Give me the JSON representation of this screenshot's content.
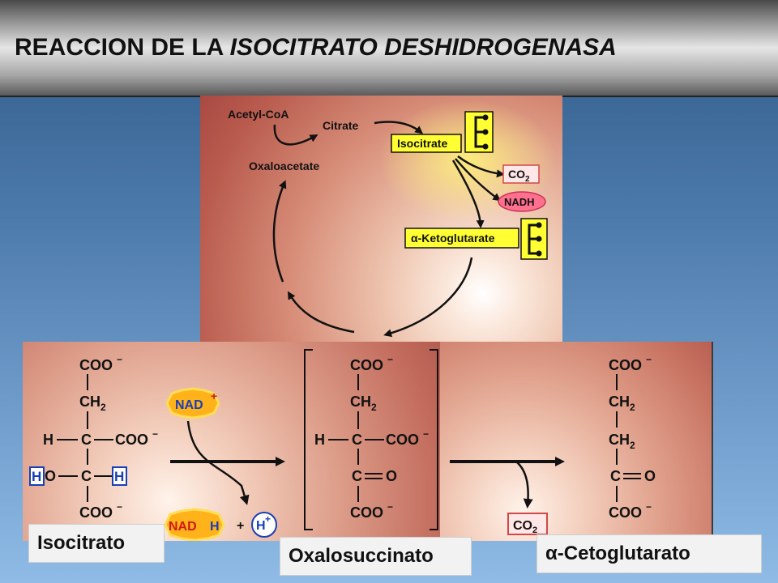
{
  "title": {
    "prefix": "REACCION DE LA ",
    "italic": "ISOCITRATO DESHIDROGENASA"
  },
  "cycle": {
    "acetyl_coa": "Acetyl-CoA",
    "citrate": "Citrate",
    "oxaloacetate": "Oxaloacetate",
    "isocitrate": "Isocitrate",
    "co2": "CO",
    "co2_sub": "2",
    "nadh": "NADH",
    "alpha_symbol": "α",
    "ketoglutarate": "-Ketoglutarate"
  },
  "structures": {
    "coo": "COO",
    "ch2": "CH",
    "sub2": "2",
    "c": "C",
    "h": "H",
    "o": "O",
    "nad": "NAD",
    "plus": "+",
    "nadh_letters": "NAD",
    "nadh_h": "H",
    "hplus": "H",
    "co2": "CO",
    "co2_sub": "2"
  },
  "labels": {
    "isocitrato": "Isocitrato",
    "oxalosuccinato": "Oxalosuccinato",
    "alpha": "α",
    "cetoglutarato": "-Cetoglutarato"
  },
  "colors": {
    "highlight_yellow": "#ffff33",
    "nadh_pink": "#ff6f8e",
    "nad_orange": "#ffb21a",
    "h_blue": "#1a3fb5"
  }
}
